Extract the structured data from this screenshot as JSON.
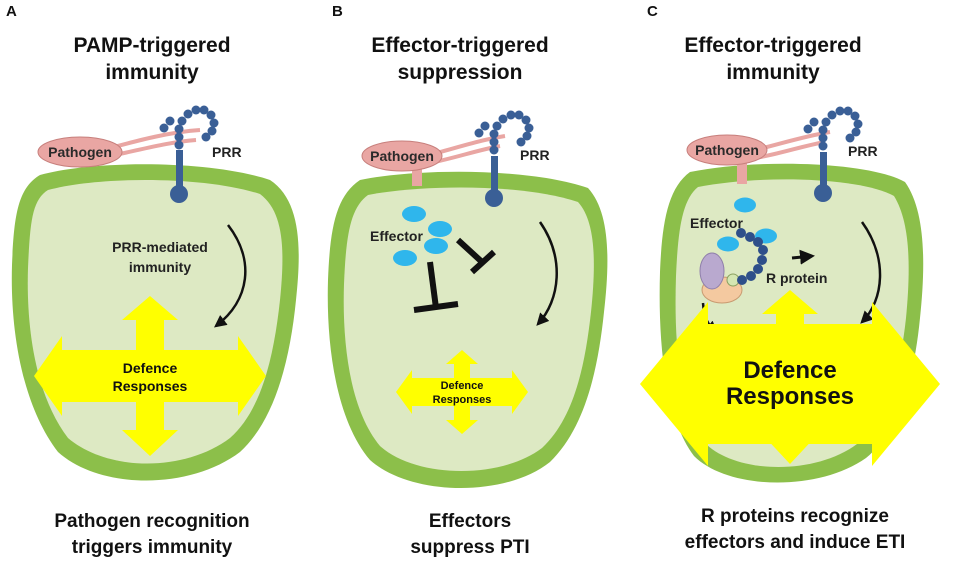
{
  "panels": [
    {
      "letter": "A",
      "title": [
        "PAMP-triggered",
        "immunity"
      ],
      "pathogen": "Pathogen",
      "receptor": "PRR",
      "inner_label": [
        "PRR-mediated",
        "immunity"
      ],
      "defence": [
        "Defence",
        "Responses"
      ],
      "caption": [
        "Pathogen recognition",
        "triggers immunity"
      ]
    },
    {
      "letter": "B",
      "title": [
        "Effector-triggered",
        "suppression"
      ],
      "pathogen": "Pathogen",
      "receptor": "PRR",
      "effector": "Effector",
      "defence": [
        "Defence",
        "Responses"
      ],
      "caption": [
        "Effectors",
        "suppress PTI"
      ]
    },
    {
      "letter": "C",
      "title": [
        "Effector-triggered",
        "immunity"
      ],
      "pathogen": "Pathogen",
      "receptor": "PRR",
      "effector": "Effector",
      "r_protein": "R protein",
      "defence": [
        "Defence",
        "Responses"
      ],
      "caption": [
        "R proteins recognize",
        "effectors and induce ETI"
      ]
    }
  ],
  "colors": {
    "cell_wall": "#8cbf4a",
    "cytoplasm": "#dde9c3",
    "pathogen": "#e9a6a3",
    "receptor": "#3a5f96",
    "effector": "#2fb6ec",
    "defence_arrow": "#ffff00"
  }
}
